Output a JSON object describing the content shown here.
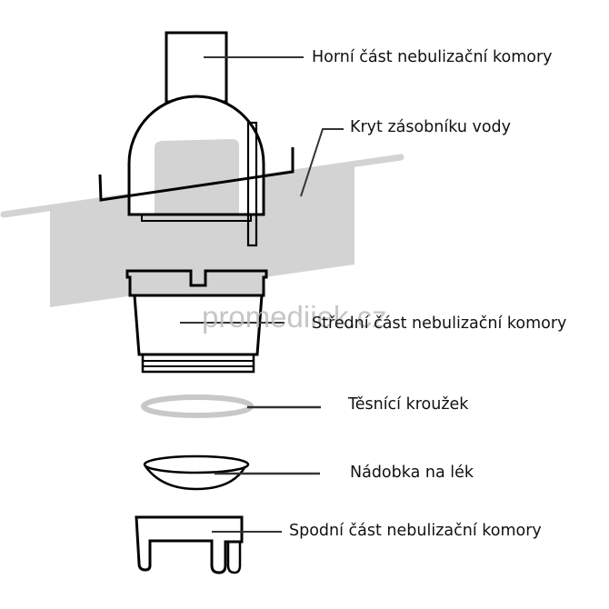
{
  "labels": {
    "upper": "Horní část nebulizační komory",
    "cover": "Kryt zásobníku vody",
    "middle": "Střední  část nebulizační komory",
    "seal": "Těsnící kroužek",
    "cup": "Nádobka na lék",
    "bottom": "Spodní část nebulizační komory"
  },
  "watermark": "promediiek.cz",
  "colors": {
    "outline": "#000000",
    "cover_fill": "#d3d3d3",
    "ring": "#c8c8c8",
    "leader": "#333333"
  }
}
